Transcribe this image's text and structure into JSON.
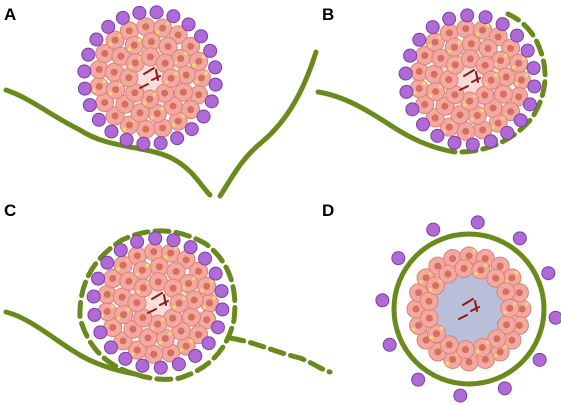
{
  "panels": [
    {
      "label": "A"
    },
    {
      "label": "B"
    },
    {
      "label": "C"
    },
    {
      "label": "D"
    }
  ],
  "colors": {
    "membrane_green": "#6b8a1c",
    "cell_fill": "#f3a9a0",
    "cell_edge": "#d9827a",
    "nucleus": "#d56f5e",
    "core_pink": "#fbdcd8",
    "core_blue": "#b9bfd8",
    "purple_cell": "#b06ad6",
    "purple_edge": "#7a3fa8",
    "granule_yellow": "#f5d76e",
    "bacteria_red": "#8b1a1a"
  }
}
